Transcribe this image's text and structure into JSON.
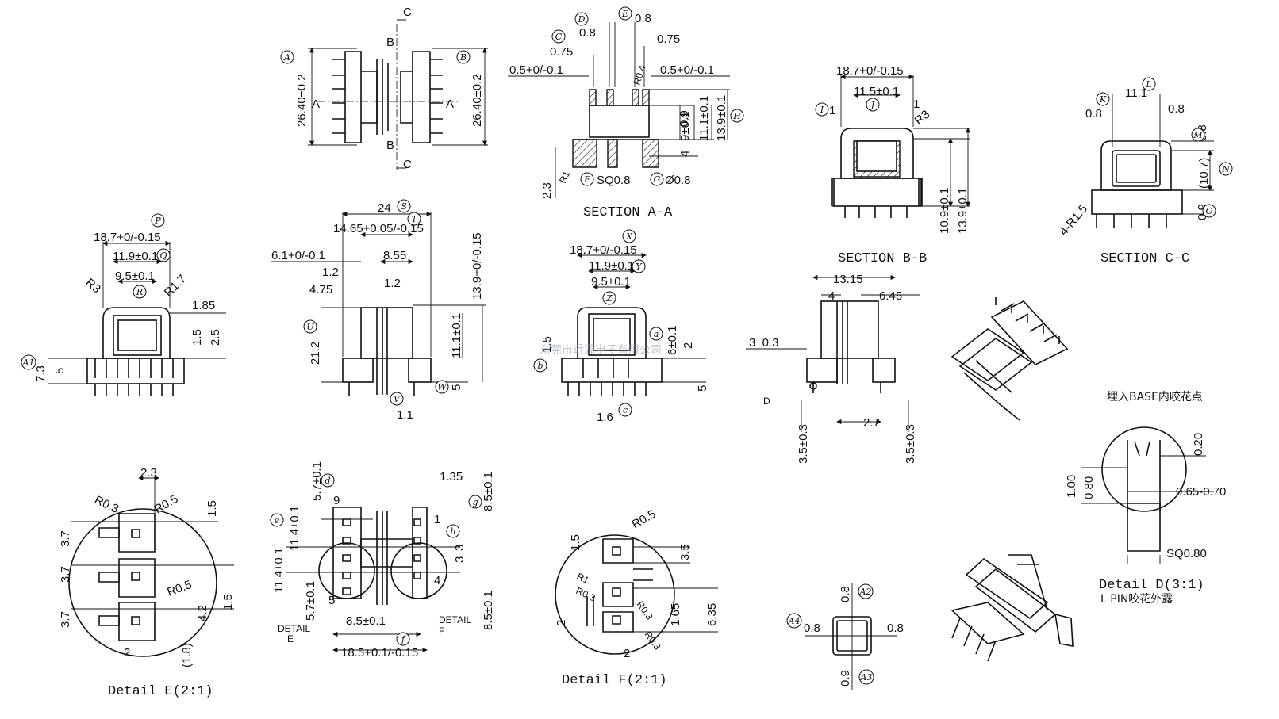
{
  "captions": {
    "section_aa": "SECTION A-A",
    "section_bb": "SECTION B-B",
    "section_cc": "SECTION C-C",
    "detail_e": "Detail  E(2:1)",
    "detail_f": "Detail  F(2:1)",
    "detail_d": "Detail  D(3:1)",
    "detail_d_note": "L PIN咬花外露",
    "base_note": "埋入BASE内咬花点",
    "watermark": "东莞市近源电子有限公司"
  },
  "section_letters": {
    "a": "A",
    "b": "B",
    "c": "C",
    "d": "D",
    "e": "E",
    "f": "F",
    "detail_e_label": "DETAIL",
    "detail_e_letter": "E",
    "detail_f_label": "DETAIL",
    "detail_f_letter": "F"
  },
  "pin_numbers": {
    "p9": "9",
    "p5": "5",
    "p1": "1",
    "p4": "4"
  },
  "tags": [
    "A",
    "B",
    "C",
    "D",
    "E",
    "F",
    "G",
    "H",
    "I",
    "J",
    "K",
    "L",
    "M",
    "N",
    "O",
    "P",
    "Q",
    "R",
    "S",
    "T",
    "U",
    "V",
    "W",
    "X",
    "Y",
    "Z",
    "a",
    "b",
    "c",
    "d",
    "e",
    "f",
    "g",
    "h",
    "A1",
    "A2",
    "A3",
    "A4"
  ],
  "dims": {
    "top_a": "26.40±0.2",
    "top_b": "26.40±0.2",
    "sa_08a": "0.8",
    "sa_08b": "0.8",
    "sa_075a": "0.75",
    "sa_075b": "0.75",
    "sa_05a": "0.5+0/-0.1",
    "sa_05b": "0.5+0/-0.1",
    "sa_r04": "R0.4",
    "sa_09": "0.9",
    "sa_9": "9±0.1",
    "sa_111": "11.1±0.1",
    "sa_139": "13.9±0.1",
    "sa_4": "4",
    "sa_23": "2.3",
    "sa_r1": "R1",
    "sa_sq08": "SQ0.8",
    "sa_o08": "Ø0.8",
    "bb_187": "18.7+0/-0.15",
    "bb_115": "11.5±0.1",
    "bb_1a": "1",
    "bb_1b": "1",
    "bb_r3": "R3",
    "bb_109": "10.9±0.1",
    "bb_139": "13.9±0.1",
    "cc_111": "11.1",
    "cc_08a": "0.8",
    "cc_08b": "0.8",
    "cc_08c": "0.8",
    "cc_107": "(10.7)",
    "cc_09": "0.9",
    "cc_r15": "4-R1.5",
    "fv_187": "18.7+0/-0.15",
    "fv_119": "11.9±0.1",
    "fv_95": "9.5±0.1",
    "fv_r3": "R3",
    "fv_r17": "R1.7",
    "fv_185": "1.85",
    "fv_15": "1.5",
    "fv_25": "2.5",
    "fv_5": "5",
    "fv_73": "7.3",
    "sv_24": "24",
    "sv_1465": "14.65+0.05/-0.15",
    "sv_61": "6.1+0/-0.1",
    "sv_855": "8.55",
    "sv_12a": "1.2",
    "sv_12b": "1.2",
    "sv_475": "4.75",
    "sv_139": "13.9+0/-0.15",
    "sv_111": "11.1±0.1",
    "sv_212": "21.2",
    "sv_5": "5",
    "sv_11": "1.1",
    "rv_187": "18.7+0/-0.15",
    "rv_119": "11.9±0.1",
    "rv_95": "9.5±0.1",
    "rv_6": "6±0.1",
    "rv_2": "2",
    "rv_15": "1.5",
    "rv_16": "1.6",
    "rv_5": "5",
    "sd_1315": "13.15",
    "sd_4": "4",
    "sd_645": "6.45",
    "sd_3": "3±0.3",
    "sd_27": "2.7",
    "sd_35a": "3.5±0.3",
    "sd_35b": "3.5±0.3",
    "de_23": "2.3",
    "de_r03": "R0.3",
    "de_r05a": "R0.5",
    "de_r05b": "R0.5",
    "de_15a": "1.5",
    "de_15b": "1.5",
    "de_37a": "3.7",
    "de_37b": "3.7",
    "de_37c": "3.7",
    "de_42": "4.2",
    "de_18": "(1.8)",
    "de_2": "2",
    "bv_57a": "5.7±0.1",
    "bv_114a": "11.4±0.1",
    "bv_114b": "11.4±0.1",
    "bv_57b": "5.7±0.1",
    "bv_85a": "8.5±0.1",
    "bv_185": "18.5+0.1/-0.15",
    "bv_135": "1.35",
    "bv_85b": "8.5±0.1",
    "bv_85c": "8.5±0.1",
    "bv_3": "3",
    "bv_33": "3",
    "df_15": "1.5",
    "df_r05": "R0.5",
    "df_35": "3.5",
    "df_r1": "R1",
    "df_r03a": "R0.3",
    "df_r03b": "R0.3",
    "df_r03c": "R0.3",
    "df_2a": "2",
    "df_165": "1.65",
    "df_635": "6.35",
    "df_2b": "2",
    "dd_020": "0.20",
    "dd_100": "1.00",
    "dd_080": "0.80",
    "dd_065": "0.65-0.70",
    "dd_sq": "SQ0.80",
    "sq_08a": "0.8",
    "sq_08b": "0.8",
    "sq_08c": "0.8",
    "sq_09": "0.9"
  }
}
